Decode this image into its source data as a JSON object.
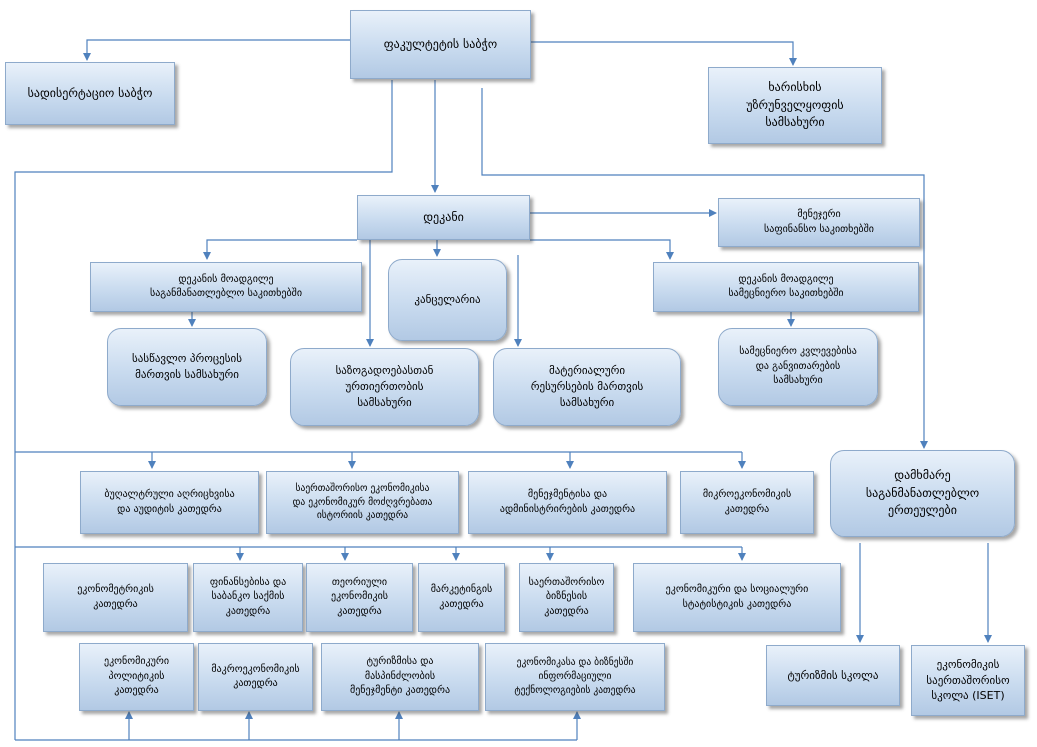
{
  "boxes": {
    "faculty_council": "ფაკულტეტის საბჭო",
    "dissertation_council": "სადისერტაციო საბჭო",
    "quality_service": "ხარისხის\nუზრუნველყოფის\nსამსახური",
    "dean": "დეკანი",
    "deputy_dean_finance": "მენეჯერი\nსაფინანსო  საკითხებში",
    "deputy_dean_education": "დეკანის მოადგილე\nსაგანმანათლებლო საკითხებში",
    "chancellery": "კანცელარია",
    "deputy_dean_research": "დეკანის მოადგილე\nსამეცნიერო საკითხებში",
    "learning_process_service": "სასწავლო პროცესის\nმართვის სამსახური",
    "public_relations_service": "საზოგადოებასთან\nურთიერთობის\nსამსახური",
    "material_resources_service": "მატერიალური\nრესურსების მართვის\nსამსახური",
    "research_projects_service": "სამეცნიერო კვლევებისა\nდა განვითარების\nსამსახური",
    "auxiliary_units": "დამხმარე\nსაგანმანათლებლო\nერთეულები",
    "dept_accounting": "ბუღალტრული აღრიცხვისა\nდა აუდიტის კათედრა",
    "dept_intl_economics": "საერთაშორისო ეკონომიკისა\nდა ეკონომიკურ მოძღვრებათა\nისტორიის კათედრა",
    "dept_management": "მენეჯმენტისა  და\nადმინისტრირების  კათედრა",
    "dept_microeconomics": "მიკროეკონომიკის\nკათედრა",
    "dept_econometrics": "ეკონომეტრიკის\nკათედრა",
    "dept_finance_banking": "ფინანსებისა  და\nსაბანკო საქმის\nკათედრა",
    "dept_theoretical_economics": "თეორიული\nეკონომიკის\nკათედრა",
    "dept_marketing": "მარკეტინგის\nკათედრა",
    "dept_intl_business": "საერთაშორისო\nბიზნესის\nკათედრა",
    "dept_statistics": "ეკონომიკური  და სოციალური\nსტატისტიკის კათედრა",
    "dept_economic_policy": "ეკონომიკური\nპოლიტიკის\nკათედრა",
    "dept_macroeconomics": "მაკროეკონომიკის\nკათედრა",
    "dept_tourism_management": "ტურიზმისა  და\nმასპინძლობის\nმენეჯმენტი  კათედრა",
    "dept_it_economics": "ეკონომიკასა და ბიზნესში\nინფორმაციული\nტექნოლოგიების კათედრა",
    "tourism_school": "ტურიზმის სკოლა",
    "iset_school": "ეკონომიკის\nსაერთაშორისო\nსკოლა  (ISET)"
  },
  "colors": {
    "connector": "#4f81bd",
    "box_top": "#e9f1fa",
    "box_bottom": "#b2c9e4",
    "box_border": "#8eaacb"
  }
}
